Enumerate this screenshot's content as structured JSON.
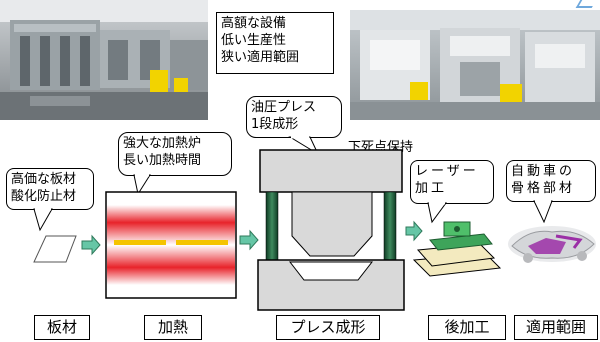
{
  "top_left_callout": {
    "lines": [
      "高額な設備",
      "低い生産性",
      "狭い適用範囲"
    ]
  },
  "press_callout": {
    "lines": [
      "油圧プレス",
      "1段成形"
    ]
  },
  "bdc_label": "下死点保持",
  "furnace_callout": {
    "lines": [
      "強大な加熱炉",
      "長い加熱時間"
    ]
  },
  "material_callout": {
    "lines": [
      "高価な板材",
      "酸化防止材"
    ]
  },
  "laser_callout": {
    "lines": [
      "レーザー",
      "加工"
    ]
  },
  "auto_callout": {
    "lines": [
      "自動車の",
      "骨格部材"
    ]
  },
  "stages": [
    "板材",
    "加熱",
    "プレス成形",
    "後加工",
    "適用範囲"
  ],
  "colors": {
    "arrow_fill": "#66c6a6",
    "heat_red": "#e8232a",
    "heat_yellow": "#f5c400",
    "press_grey": "#d9d9d9",
    "pillar_green": "#1f5c3c",
    "laser_pad": "#f3eabf"
  }
}
